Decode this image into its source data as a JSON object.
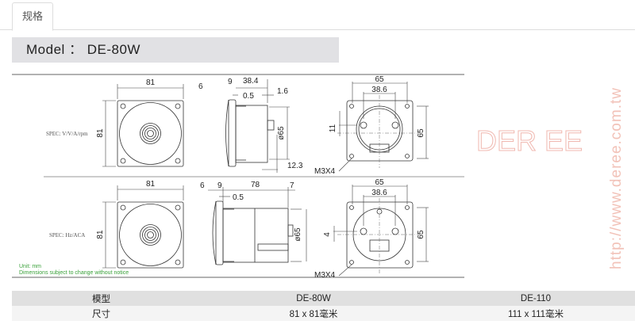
{
  "tabs": [
    {
      "label": "规格",
      "active": true
    }
  ],
  "model_title": "Model ： DE-80W",
  "drawing": {
    "top": {
      "front_width": "81",
      "front_height": "81",
      "spec": "SPEC: V/V/A/rpm",
      "side": {
        "d6": "6",
        "d9": "9",
        "d38_4": "38.4",
        "d0_5": "0.5",
        "d1_6": "1.6",
        "dia": "ø65",
        "d12_3": "12.3"
      },
      "rear": {
        "w65": "65",
        "w38_6": "38.6",
        "h11": "11",
        "h65": "65",
        "screw": "M3X4"
      }
    },
    "bottom": {
      "front_width": "81",
      "front_height": "81",
      "spec": "SPEC: Hz/ACA",
      "side": {
        "d6": "6",
        "d9": "9",
        "d78": "78",
        "d7": "7",
        "d0_5": "0.5",
        "dia": "ø65"
      },
      "rear": {
        "w65": "65",
        "w38_6": "38.6",
        "h4": "4",
        "h65": "65",
        "screw": "M3X4"
      }
    },
    "unit": "Unit: mm",
    "note": "Dimensions subject to change without notice",
    "watermark_logo": "DER EE",
    "watermark_url": "http://www.deree.com.tw"
  },
  "table": {
    "rows": [
      [
        "模型",
        "DE-80W",
        "DE-110"
      ],
      [
        "尺寸",
        "81 x 81毫米",
        "111 x 111毫米"
      ]
    ]
  }
}
